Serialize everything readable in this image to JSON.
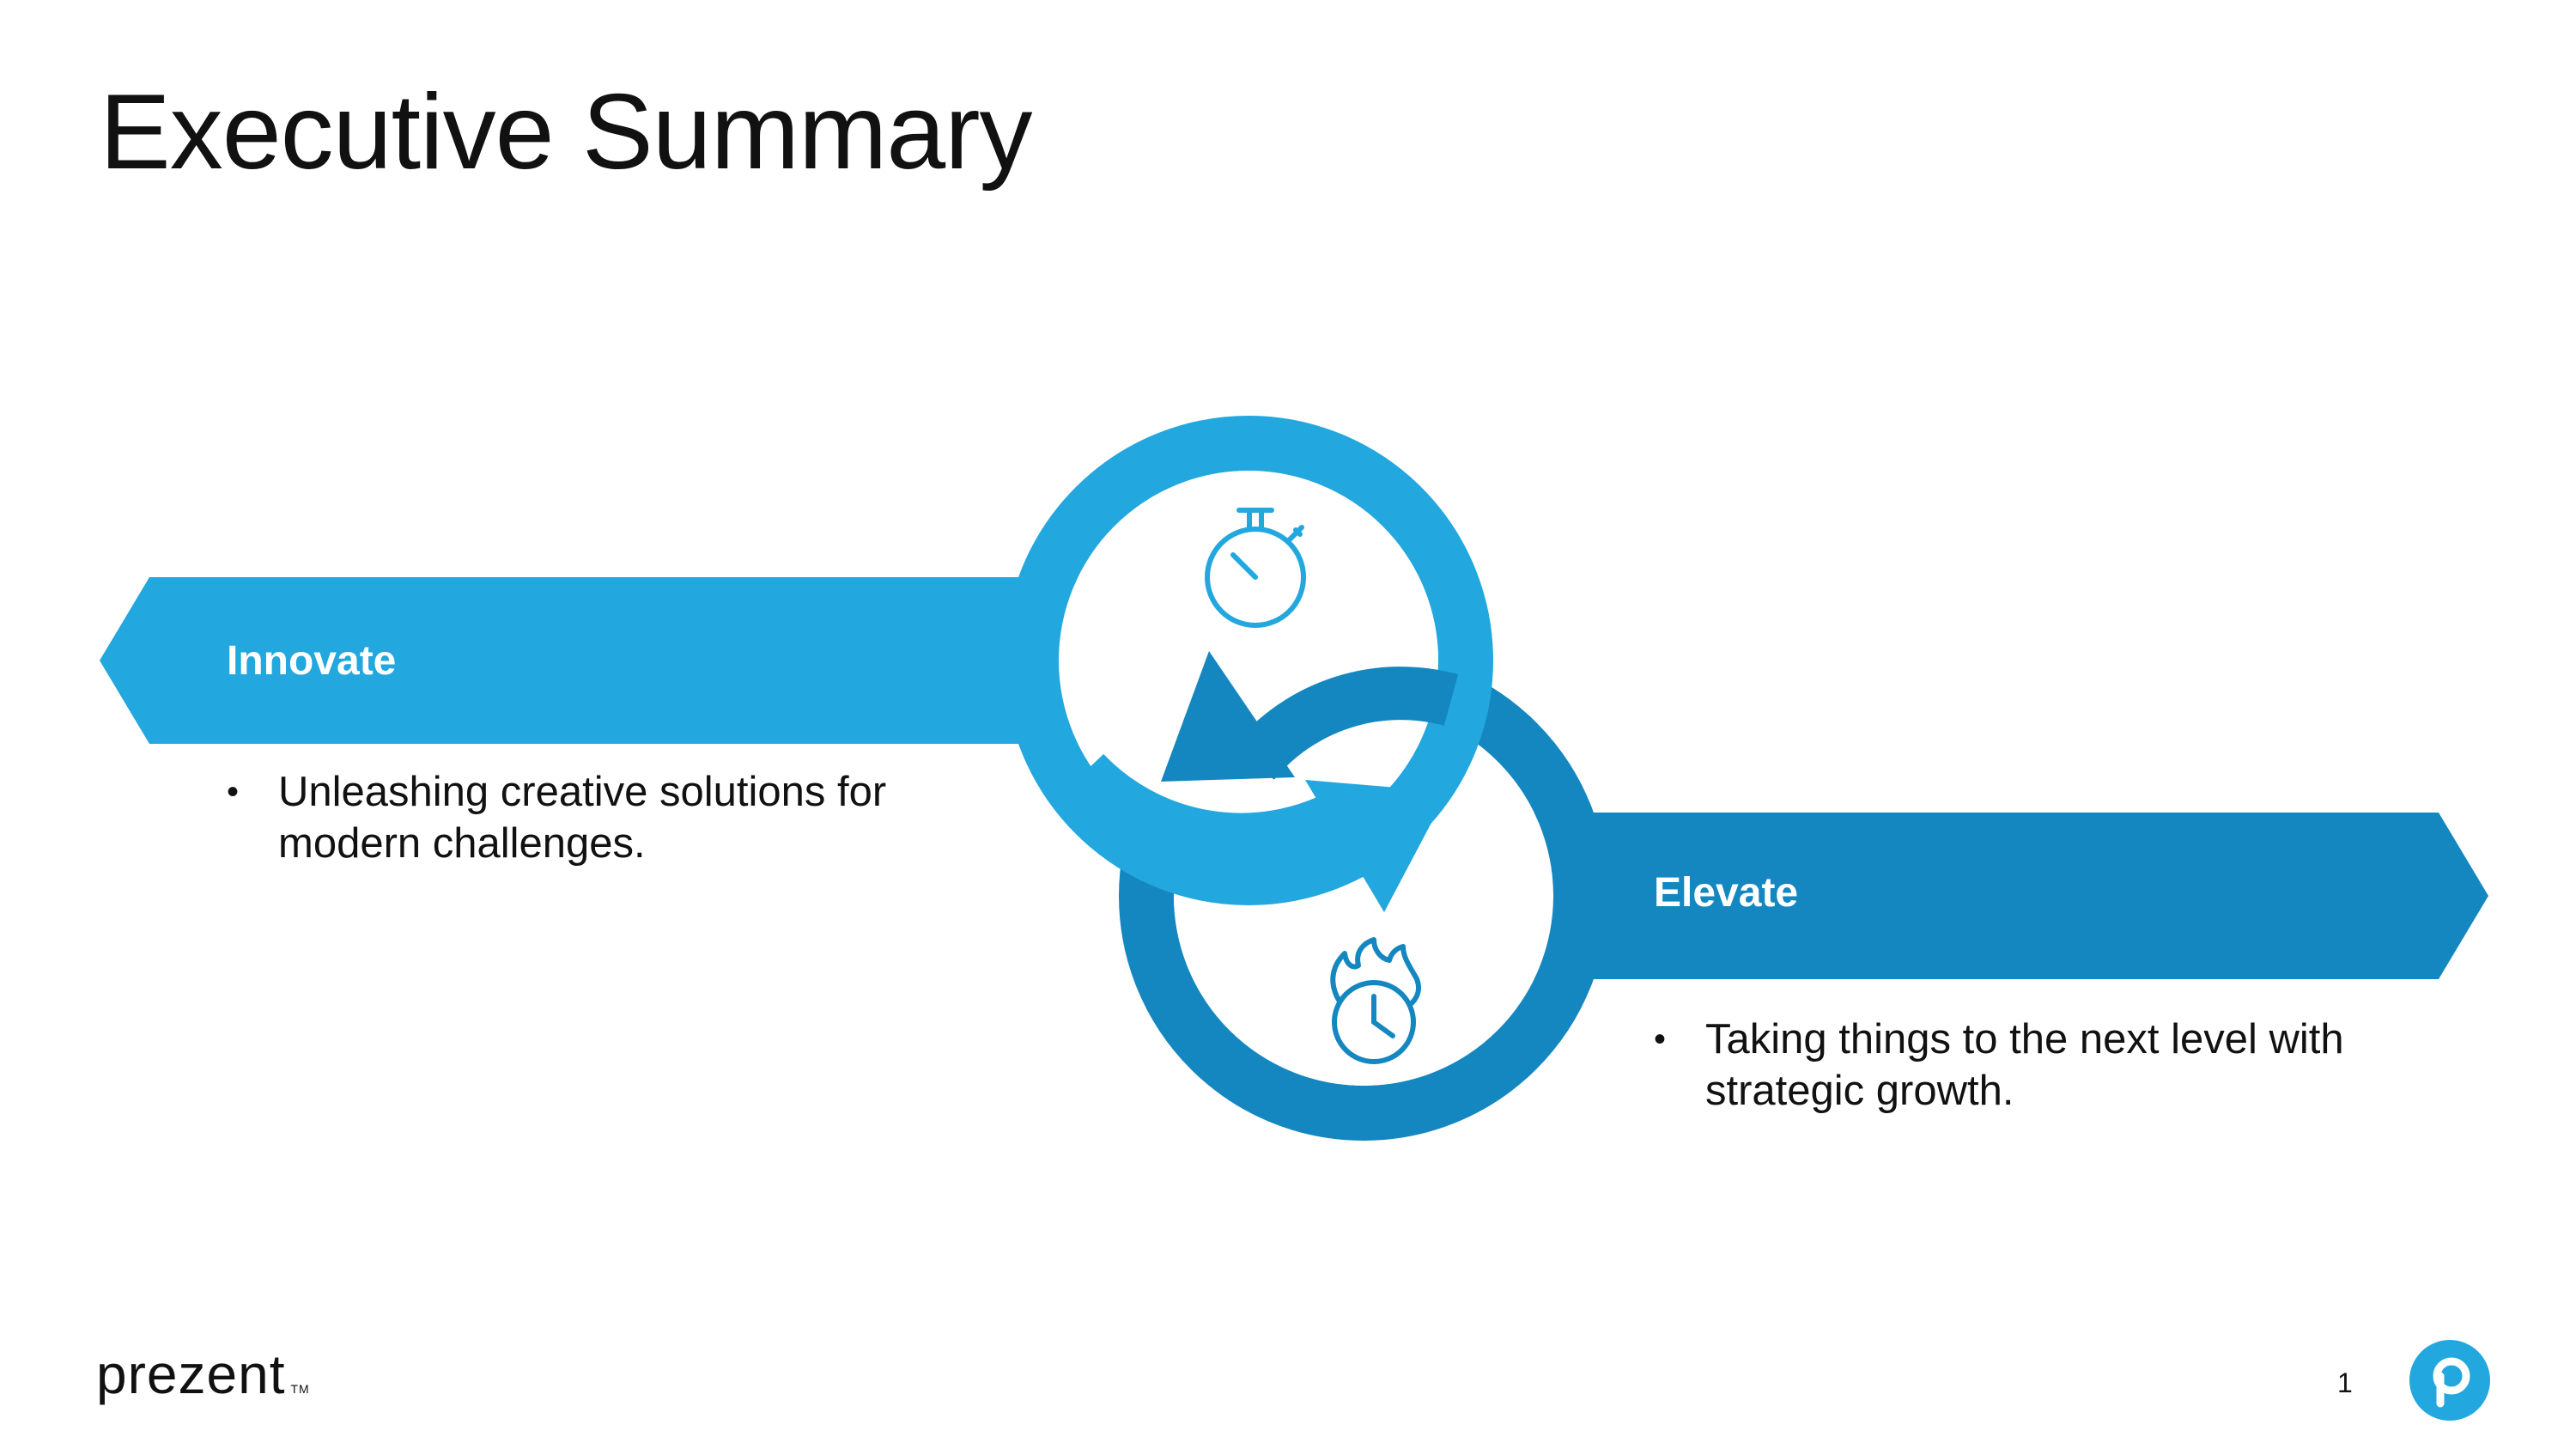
{
  "slide": {
    "title": "Executive Summary",
    "page_number": "1"
  },
  "diagram": {
    "colors": {
      "light_blue": "#22A7DF",
      "dark_blue": "#1587C0"
    },
    "steps": [
      {
        "label": "Innovate",
        "icon": "stopwatch-icon",
        "bullets": [
          "Unleashing creative solutions for modern challenges."
        ]
      },
      {
        "label": "Elevate",
        "icon": "alarm-clock-fire-icon",
        "bullets": [
          "Taking things to the next level with strategic growth."
        ]
      }
    ]
  },
  "footer": {
    "logo_text": "prezent",
    "logo_tm": "TM"
  }
}
